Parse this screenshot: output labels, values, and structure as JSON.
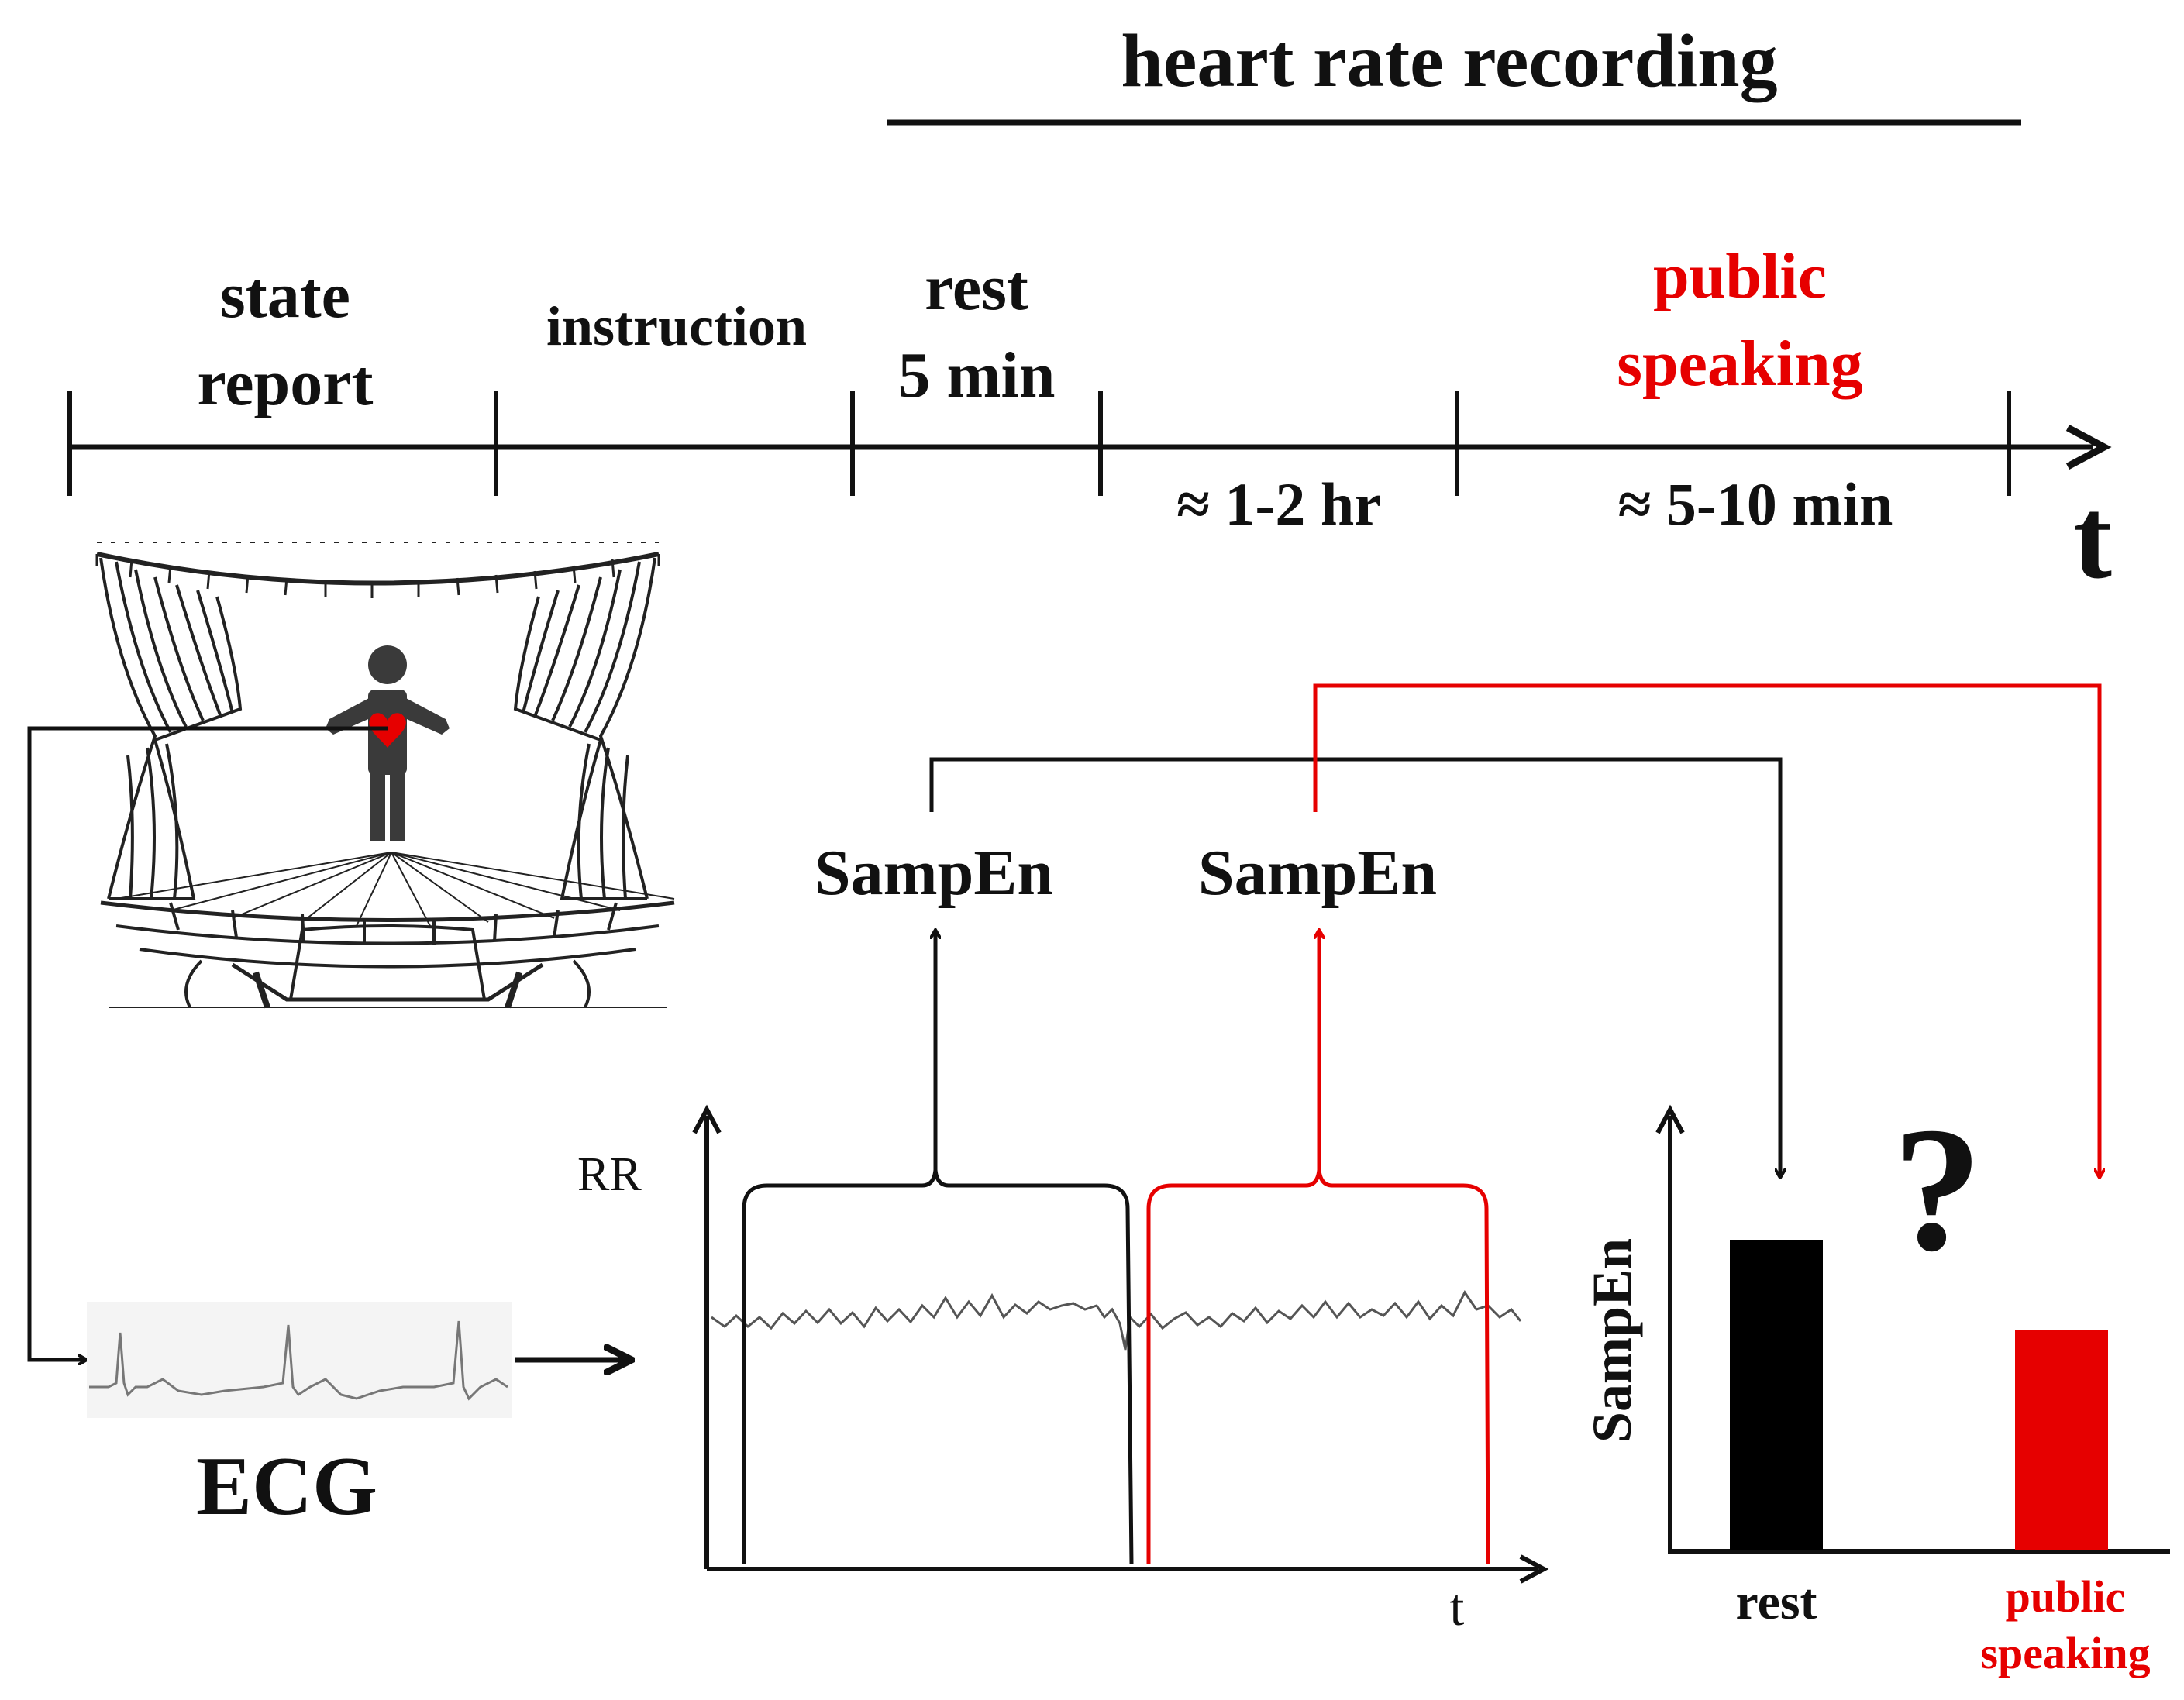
{
  "title": "heart rate recording",
  "timeline": {
    "phases": [
      "state\nreport",
      "instruction",
      "rest\n5 min",
      "public\nspeaking"
    ],
    "durations": [
      "≈ 1-2 hr",
      "≈ 5-10 min"
    ],
    "axis_label": "t"
  },
  "ecg_label": "ECG",
  "sampen_labels": [
    "SampEn",
    "SampEn"
  ],
  "rr_plot": {
    "ylabel": "RR",
    "xlabel": "t"
  },
  "bar_chart": {
    "ylabel": "SampEn",
    "question_mark": "?",
    "categories": [
      "rest",
      "public speaking"
    ],
    "relative_heights": [
      1.0,
      0.71
    ],
    "colors": [
      "#000000",
      "#e60000"
    ]
  },
  "chart_data": {
    "type": "bar",
    "categories": [
      "rest",
      "public speaking"
    ],
    "values": [
      1.0,
      0.71
    ],
    "xlabel": "",
    "ylabel": "SampEn"
  },
  "colors": {
    "ink": "#111111",
    "accent": "#e60000"
  }
}
